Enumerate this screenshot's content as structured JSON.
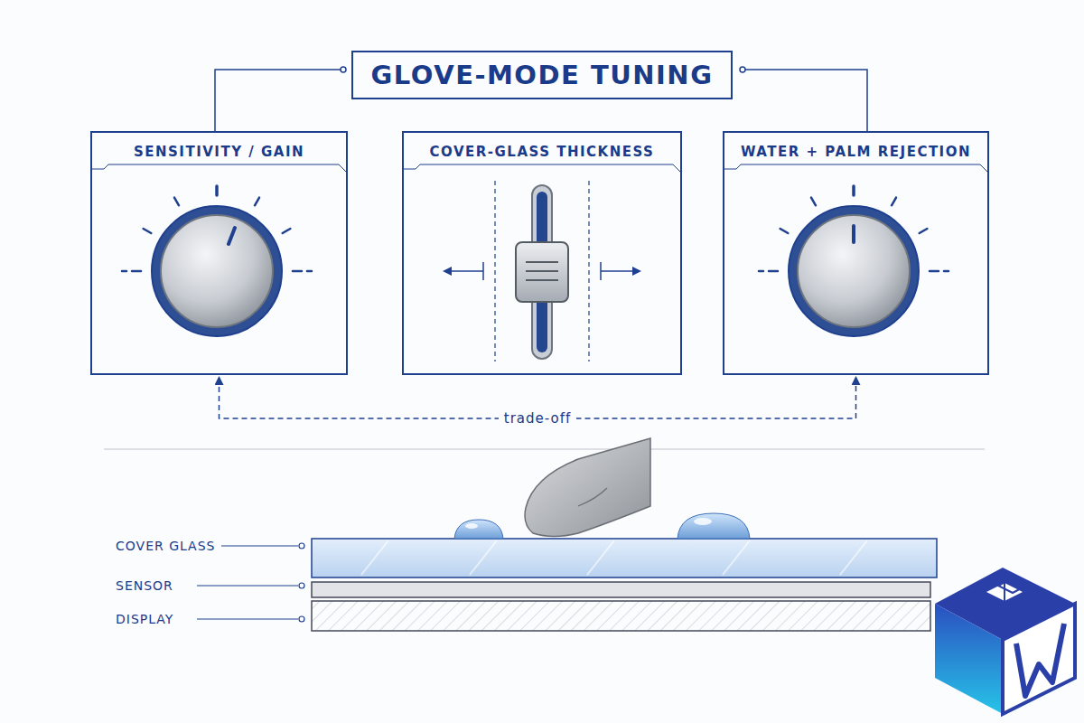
{
  "diagram": {
    "title": "GLOVE-MODE TUNING",
    "nodes": [
      {
        "text": [
          "SENSITIVITY / GAIN"
        ]
      },
      {
        "text": [
          "COVER-GLASS THICKNESS"
        ]
      },
      {
        "text": [
          "WATER + PALM REJECTION"
        ]
      }
    ],
    "edges": [
      {
        "from": 0,
        "to": 2,
        "label": "trade-off",
        "arrow": "both"
      }
    ],
    "labels": [
      "COVER GLASS",
      "SENSOR",
      "DISPLAY"
    ]
  }
}
